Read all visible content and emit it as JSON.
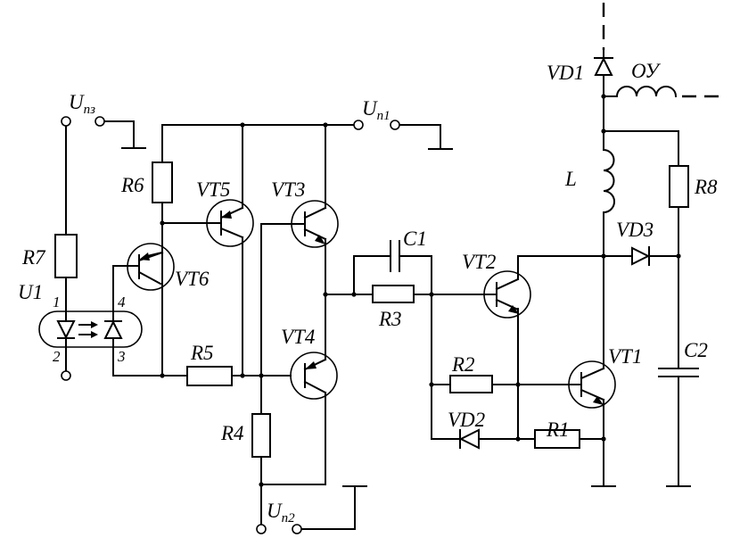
{
  "labels": {
    "r1": "R1",
    "r2": "R2",
    "r3": "R3",
    "r4": "R4",
    "r5": "R5",
    "r6": "R6",
    "r7": "R7",
    "r8": "R8",
    "c1": "C1",
    "c2": "C2",
    "vd1": "VD1",
    "vd2": "VD2",
    "vd3": "VD3",
    "vt1": "VT1",
    "vt2": "VT2",
    "vt3": "VT3",
    "vt4": "VT4",
    "vt5": "VT5",
    "vt6": "VT6",
    "l": "L",
    "ou": "ОУ",
    "u1": "U1"
  },
  "supplies": {
    "upz_main": "U",
    "upz_sub": "пз",
    "up1_main": "U",
    "up1_sub": "п1",
    "up2_main": "U",
    "up2_sub": "п2"
  },
  "pins": {
    "p1": "1",
    "p2": "2",
    "p3": "3",
    "p4": "4"
  }
}
